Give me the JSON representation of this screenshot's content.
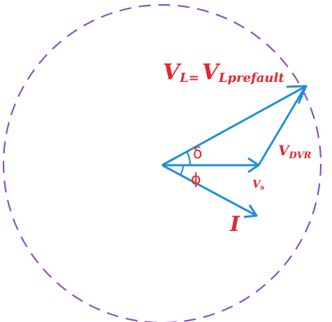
{
  "colors": {
    "circle": "#8a4fbf",
    "vector": "#1f8fd6",
    "label": "#e8252b"
  },
  "labels": {
    "load_voltage_main": "V",
    "load_voltage_sub": "L=",
    "load_voltage_main2": "V",
    "load_voltage_sub2": "Lprefault",
    "delta": "δ",
    "phi": "ϕ",
    "dvr_main": "V",
    "dvr_sub": "DVR",
    "source_main": "V",
    "source_sub": "s",
    "current": "I"
  }
}
